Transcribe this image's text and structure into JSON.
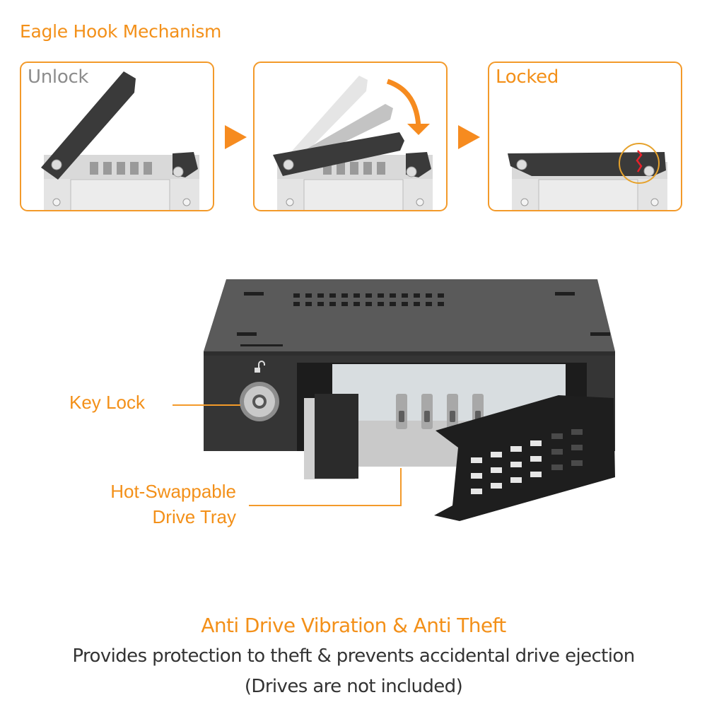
{
  "header": {
    "title": "Eagle Hook Mechanism"
  },
  "steps": [
    {
      "label": "Unlock",
      "state": "unlocked",
      "label_color": "#8c8c8c"
    },
    {
      "label": "",
      "state": "closing"
    },
    {
      "label": "Locked",
      "state": "locked",
      "label_color": "#f39019"
    }
  ],
  "step_arrows": [
    "play-arrow",
    "play-arrow"
  ],
  "callouts": {
    "key_lock": "Key Lock",
    "tray_line1": "Hot-Swappable",
    "tray_line2": "Drive Tray"
  },
  "footer": {
    "title": "Anti Drive Vibration & Anti Theft",
    "description": "Provides protection to theft & prevents accidental drive ejection",
    "note": "(Drives are not included)"
  },
  "colors": {
    "accent": "#f39019",
    "panel_border": "#f39a2a",
    "text_dark": "#333333",
    "chassis": "#3a3a3a",
    "highlight_red": "#e8202a"
  }
}
